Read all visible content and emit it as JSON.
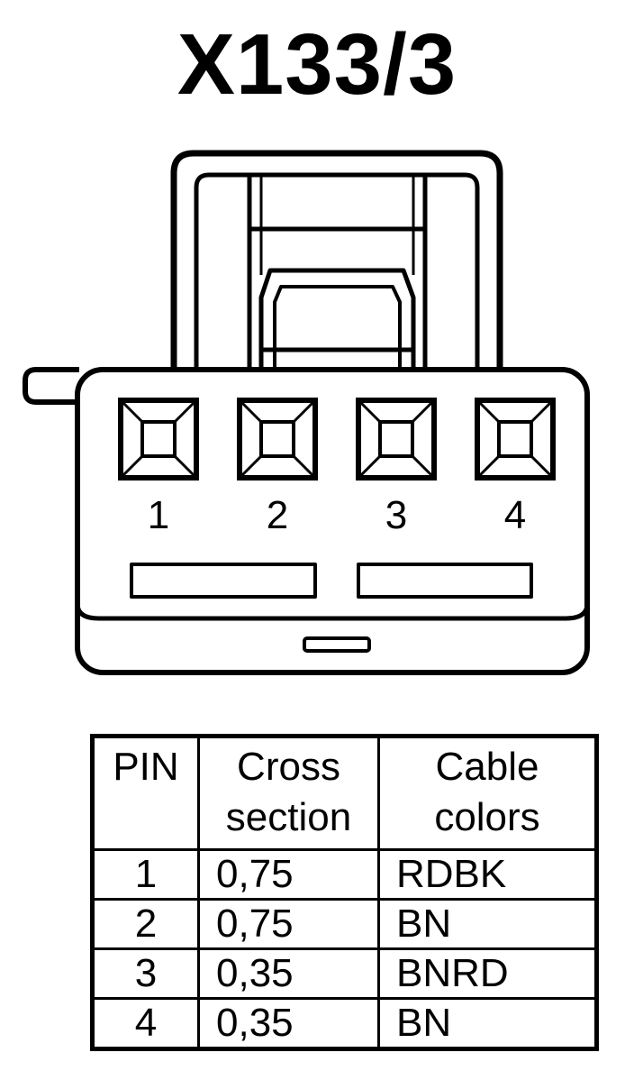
{
  "title": "X133/3",
  "connector": {
    "pins": [
      "1",
      "2",
      "3",
      "4"
    ]
  },
  "table": {
    "headers": {
      "pin": "PIN",
      "cross_line1": "Cross",
      "cross_line2": "section",
      "colors_line1": "Cable",
      "colors_line2": "colors"
    },
    "rows": [
      {
        "pin": "1",
        "cross_section": "0,75",
        "color": "RDBK"
      },
      {
        "pin": "2",
        "cross_section": "0,75",
        "color": "BN"
      },
      {
        "pin": "3",
        "cross_section": "0,35",
        "color": "BNRD"
      },
      {
        "pin": "4",
        "cross_section": "0,35",
        "color": "BN"
      }
    ]
  }
}
